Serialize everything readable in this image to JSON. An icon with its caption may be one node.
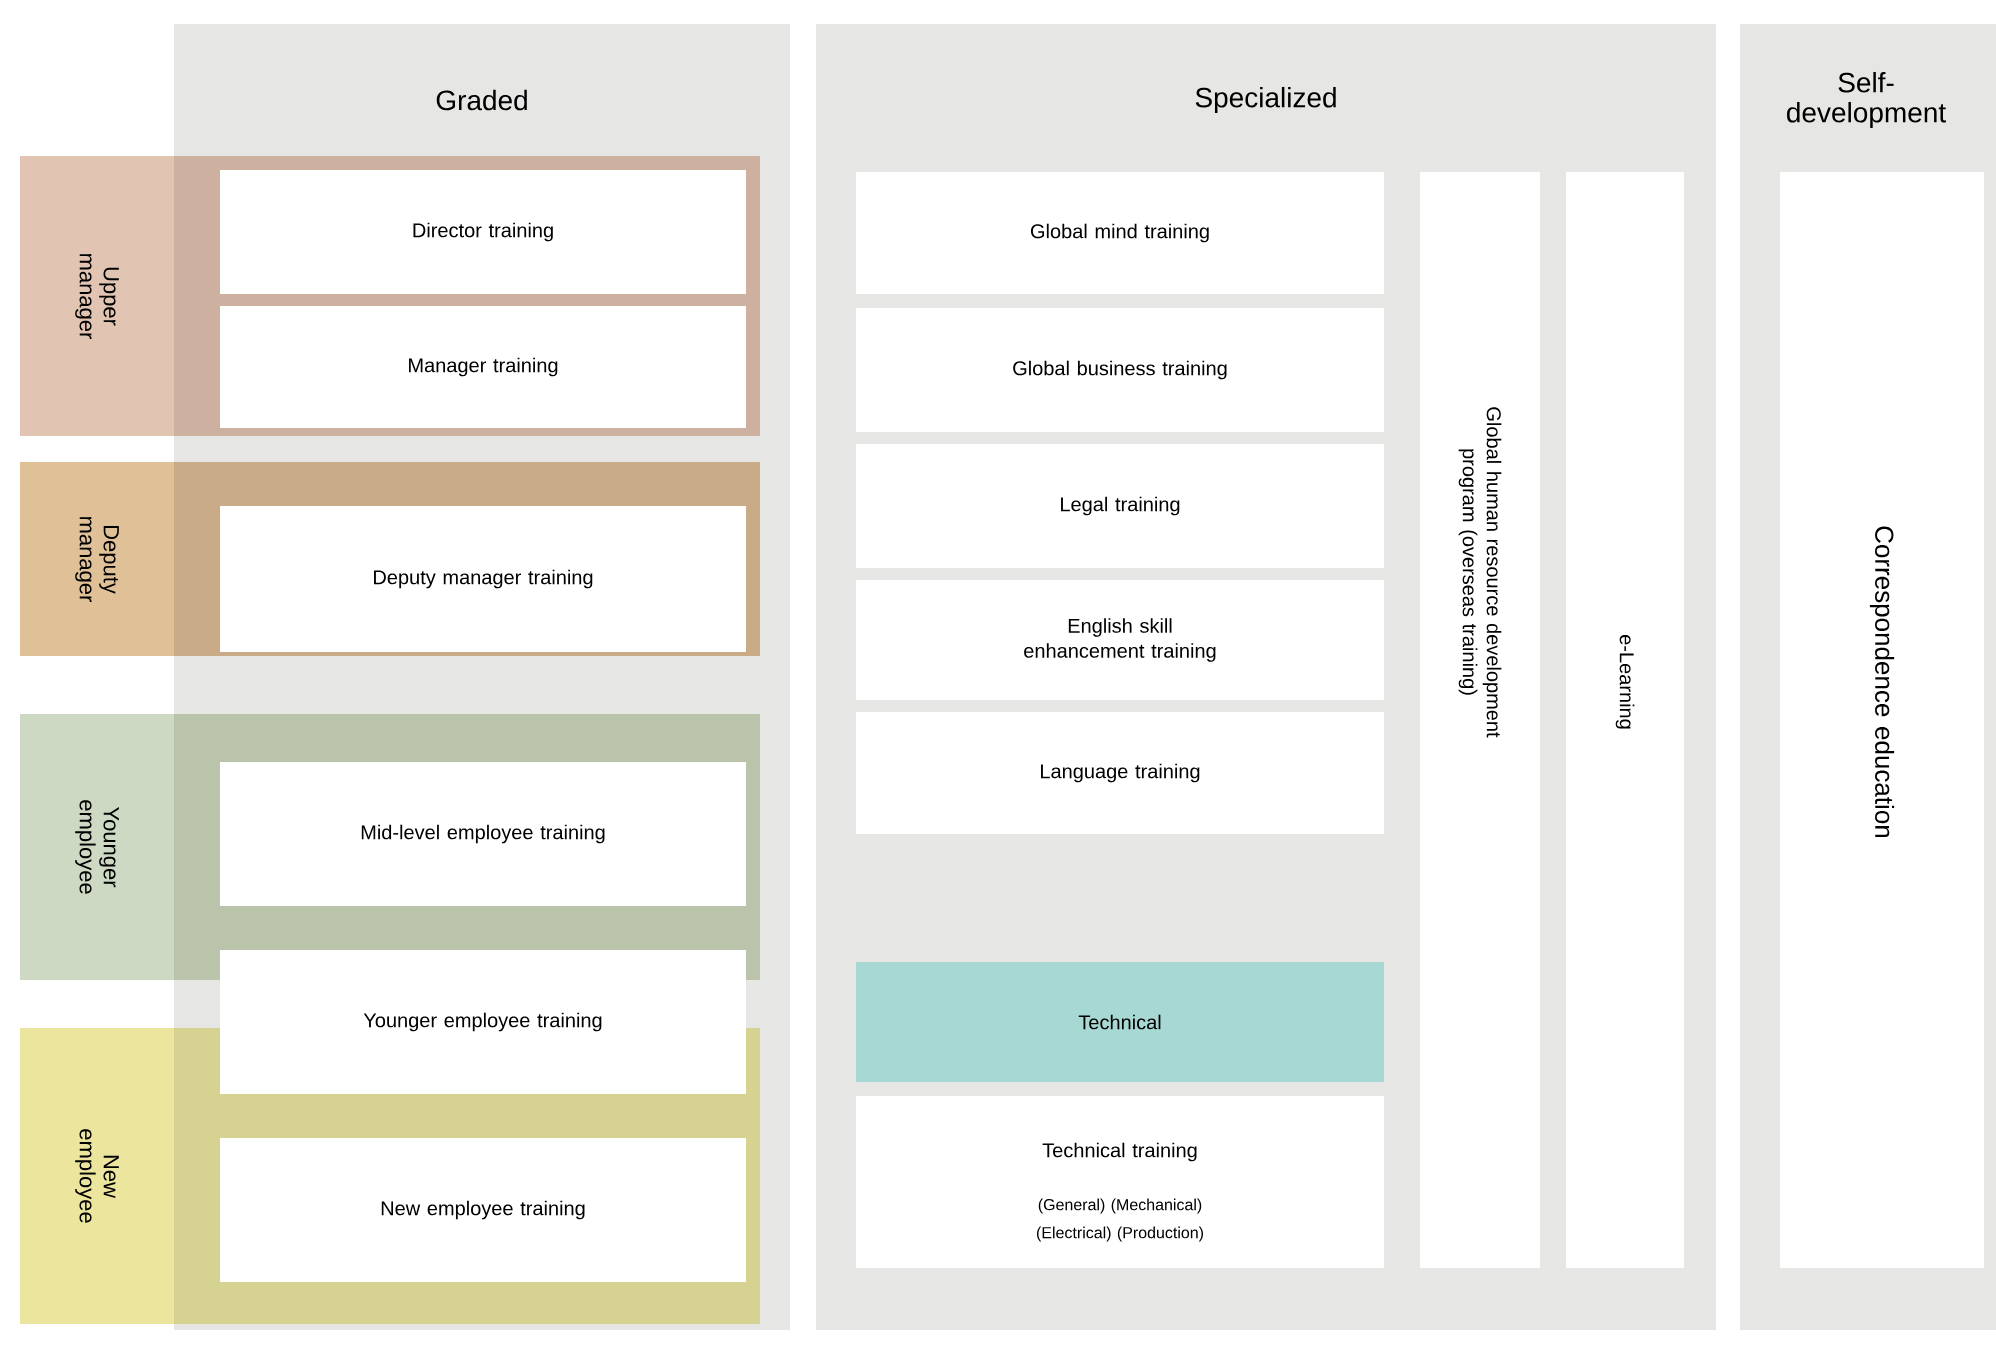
{
  "diagram": {
    "nodes": [
      {
        "text": [
          "Graded"
        ]
      },
      {
        "text": [
          "Specialized"
        ]
      },
      {
        "text": [
          "Self-development"
        ]
      },
      {
        "text": [
          "Upper manager"
        ]
      },
      {
        "text": [
          "Director training"
        ]
      },
      {
        "text": [
          "Manager training"
        ]
      },
      {
        "text": [
          "Deputy manager"
        ]
      },
      {
        "text": [
          "Deputy manager training"
        ]
      },
      {
        "text": [
          "Younger employee"
        ]
      },
      {
        "text": [
          "Mid-level employee training"
        ]
      },
      {
        "text": [
          "Younger employee training"
        ],
        "in": 0
      },
      {
        "text": [
          "New employee"
        ]
      },
      {
        "text": [
          "New employee training"
        ]
      },
      {
        "text": [
          "Global mind training"
        ],
        "in": 1
      },
      {
        "text": [
          "Global business training"
        ],
        "in": 1
      },
      {
        "text": [
          "Legal training"
        ],
        "in": 1
      },
      {
        "text": [
          "English skill enhancement training"
        ],
        "in": 1
      },
      {
        "text": [
          "Language training"
        ],
        "in": 1
      },
      {
        "text": [
          "Technical"
        ],
        "in": 1
      },
      {
        "text": [
          "Technical training",
          "(General) (Mechanical) (Electrical) (Production)"
        ],
        "in": 1
      },
      {
        "text": [
          "Global human resource development program (overseas training)"
        ],
        "in": 1
      },
      {
        "text": [
          "e-Learning"
        ],
        "in": 1
      },
      {
        "text": [
          "Correspondence education"
        ],
        "in": 2
      }
    ]
  }
}
